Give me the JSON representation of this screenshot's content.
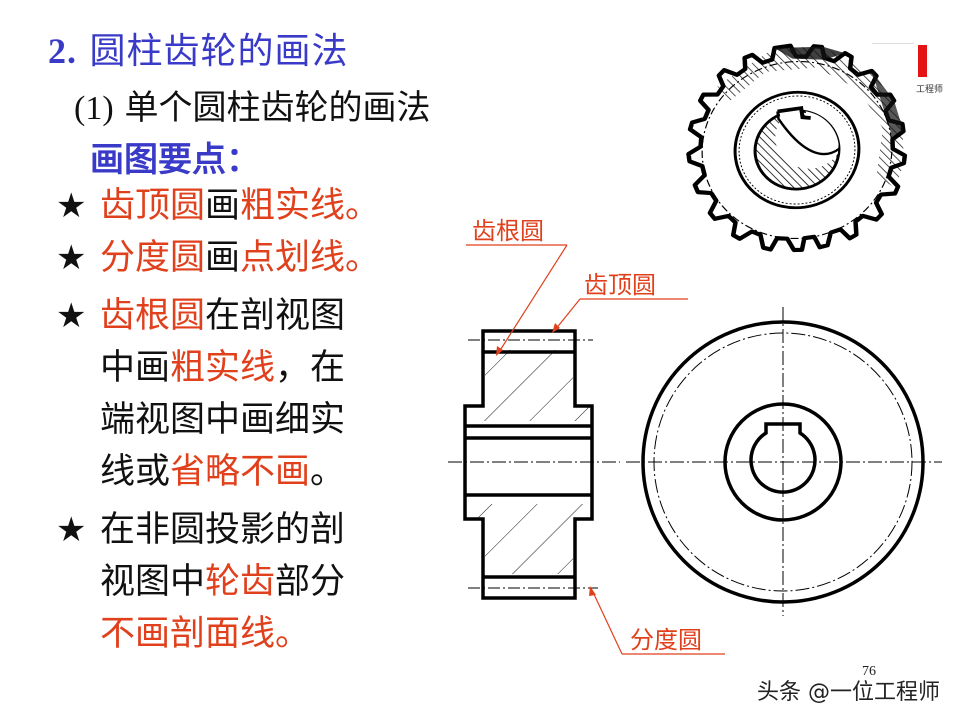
{
  "slide": {
    "title_number": "2.",
    "title_text": "圆柱齿轮的画法",
    "subtitle_paren": "(1)",
    "subtitle_text": "单个圆柱齿轮的画法",
    "keypoints_heading": "画图要点：",
    "bullets": [
      {
        "star": "★",
        "lines": [
          [
            {
              "t": "齿顶圆",
              "c": "red"
            },
            {
              "t": "画",
              "c": "blk"
            },
            {
              "t": "粗实线。",
              "c": "red"
            }
          ]
        ]
      },
      {
        "star": "★",
        "lines": [
          [
            {
              "t": "分度圆",
              "c": "red"
            },
            {
              "t": "画",
              "c": "blk"
            },
            {
              "t": "点划线。",
              "c": "red"
            }
          ]
        ]
      },
      {
        "star": "★",
        "lines": [
          [
            {
              "t": "齿根圆",
              "c": "red"
            },
            {
              "t": "在剖视图",
              "c": "blk"
            }
          ],
          [
            {
              "t": "中画",
              "c": "blk"
            },
            {
              "t": "粗实线",
              "c": "red"
            },
            {
              "t": "，在",
              "c": "blk"
            }
          ],
          [
            {
              "t": "端视图中画细实",
              "c": "blk"
            }
          ],
          [
            {
              "t": "线或",
              "c": "blk"
            },
            {
              "t": "省略不画",
              "c": "red"
            },
            {
              "t": "。",
              "c": "blk"
            }
          ]
        ]
      },
      {
        "star": "★",
        "lines": [
          [
            {
              "t": "在非圆投影的剖",
              "c": "blk"
            }
          ],
          [
            {
              "t": "视图中",
              "c": "blk"
            },
            {
              "t": "轮齿",
              "c": "red"
            },
            {
              "t": "部分",
              "c": "blk"
            }
          ],
          [
            {
              "t": "不画剖面线。",
              "c": "red"
            }
          ]
        ]
      }
    ],
    "page_number": "76"
  },
  "diagram": {
    "labels": {
      "root_circle": "齿根圆",
      "tip_circle": "齿顶圆",
      "pitch_circle": "分度圆"
    },
    "icons": {
      "gear_illustration": "gear-photo-icon"
    },
    "colors": {
      "annotation": "#e0401c",
      "title_blue": "#3a3ac8",
      "line": "#000000"
    }
  },
  "watermark": {
    "footer_text": "头条 @一位工程师",
    "brand_text": "工程师",
    "brand_color": "#e41414"
  }
}
